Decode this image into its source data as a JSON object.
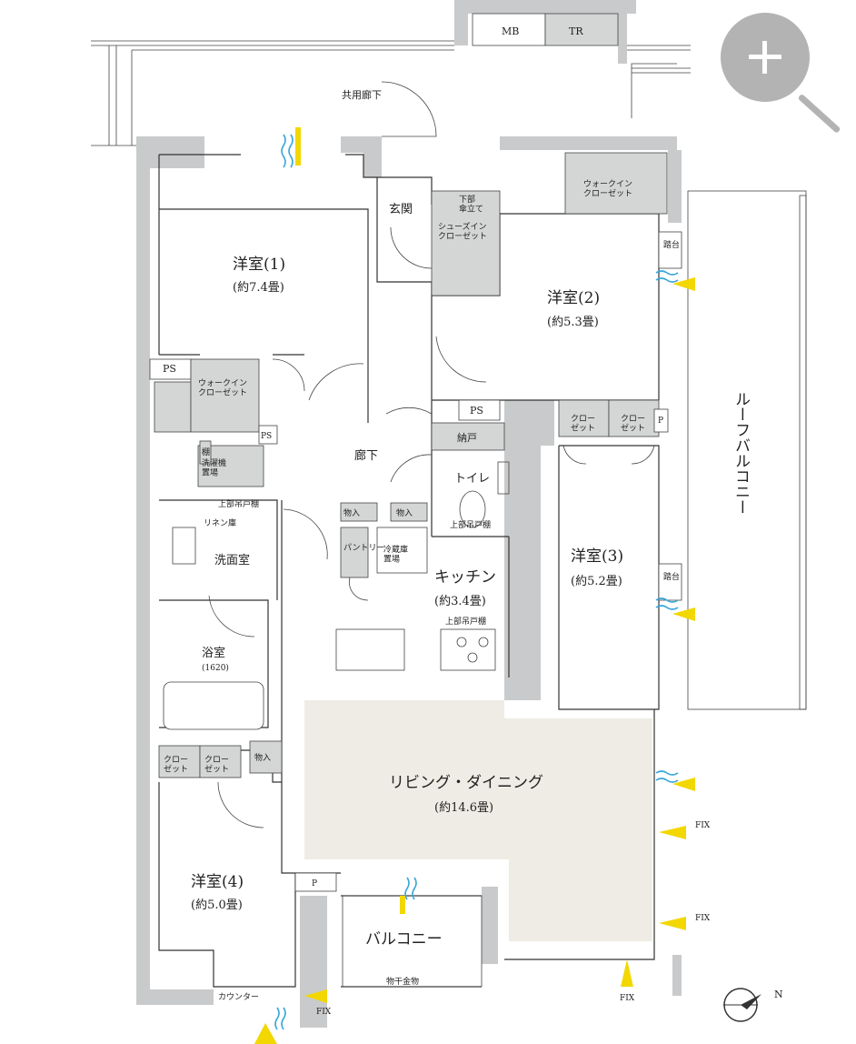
{
  "rooms": {
    "bedroom1_name": "洋室(1)",
    "bedroom1_size": "(約7.4畳)",
    "bedroom2_name": "洋室(2)",
    "bedroom2_size": "(約5.3畳)",
    "bedroom3_name": "洋室(3)",
    "bedroom3_size": "(約5.2畳)",
    "bedroom4_name": "洋室(4)",
    "bedroom4_size": "(約5.0畳)",
    "living_name": "リビング・ダイニング",
    "living_size": "(約14.6畳)",
    "kitchen_name": "キッチン",
    "kitchen_size": "(約3.4畳)",
    "washroom": "洗面室",
    "bath_name": "浴室",
    "bath_size": "(1620)",
    "toilet": "トイレ",
    "entrance": "玄関",
    "hallway": "廊下",
    "balcony": "バルコニー",
    "roof_balcony": "ルーフバルコニー",
    "common_corridor": "共用廊下"
  },
  "fixtures": {
    "mb": "MB",
    "tr": "TR",
    "ps": "PS",
    "p": "P",
    "walkin_closet": "ウォークイン\nクローゼット",
    "shoes_closet": "シューズイン\nクローゼット",
    "umbrella": "下部\n傘立て",
    "closet": "クロー\nゼット",
    "storage": "物入",
    "nando": "納戸",
    "laundry": "洗濯機\n置場",
    "upper_shelf": "上部吊戸棚",
    "linen": "リネン庫",
    "shelf": "棚",
    "pantry": "パントリー",
    "fridge": "冷蔵庫\n置場",
    "step": "踏台",
    "fix": "FIX",
    "drying_rack": "物干金物",
    "counter": "カウンター"
  },
  "compass": {
    "north": "N"
  },
  "zoom": {
    "label": "+"
  }
}
